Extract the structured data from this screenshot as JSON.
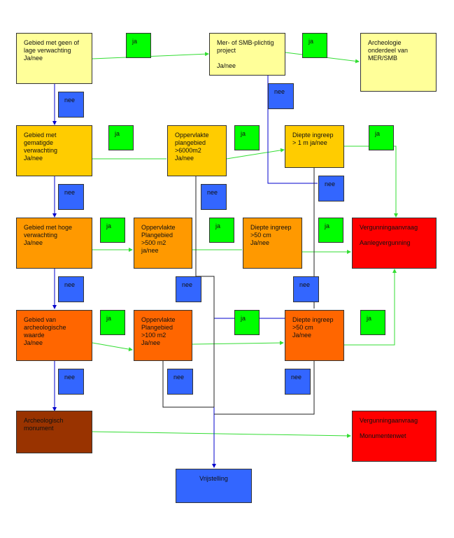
{
  "colors": {
    "ja": "#00ff00",
    "nee": "#3366ff",
    "pale_yellow": "#ffff99",
    "gold": "#ffcc00",
    "orange": "#ff9900",
    "dark_orange": "#ff6600",
    "brown": "#993300",
    "red": "#ff0000",
    "green_line": "#33dd33",
    "blue_line": "#0000cc"
  },
  "nodes": {
    "geen_verwachting": "Gebied met geen of\nlage verwachting\nJa/nee",
    "mer_smb": "Mer- of SMB-plichtig\nproject\n\nJa/nee",
    "archeologie_mer": "Archeologie\nonderdeel van\nMER/SMB",
    "gematigde": "Gebied met\ngematigde\nverwachting\nJa/nee",
    "opp_6000": "Oppervlakte\nplangebied\n>6000m2\nJa/nee",
    "diepte_1m": "Diepte ingreep\n> 1 m  ja/nee",
    "hoge": "Gebied met hoge\nverwachting\nJa/nee",
    "opp_500": "Oppervlakte\nPlangebied\n>500 m2\nja/nee",
    "diepte_50_a": "Diepte ingreep\n>50 cm\nJa/nee",
    "vergunning_aanleg": "Vergunningaanvraag\n\nAanlegvergunning",
    "archeologische_waarde": "Gebied van\narcheologische\nwaarde\nJa/nee",
    "opp_100": "Oppervlakte\nPlangebied\n>100 m2\nJa/nee",
    "diepte_50_b": "Diepte ingreep\n>50 cm\nJa/nee",
    "monument": "Archeologisch\nmonument",
    "vergunning_monument": "Vergunningaanvraag\n\nMonumentenwet",
    "vrijstelling": "Vrijstelling"
  },
  "tags": {
    "ja": "ja",
    "nee": "nee"
  }
}
